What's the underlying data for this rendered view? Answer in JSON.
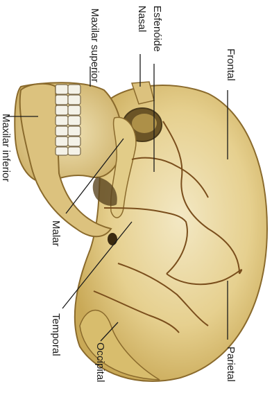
{
  "labels": {
    "maxilar_superior": "Maxilar superior",
    "esfenoide": "Esfenóide",
    "nasal": "Nasal",
    "frontal": "Frontal",
    "maxilar_inferior": "Maxilar inferior",
    "malar": "Malar",
    "temporal": "Temporal",
    "occipital": "Occipital",
    "parietal": "Parietal"
  },
  "colors": {
    "bone_light": "#efe2b6",
    "bone_mid": "#d9c27a",
    "bone_dark": "#b8963e",
    "suture": "#7a4e1c",
    "shadow": "#5a4a2a",
    "tooth": "#f4f2e8"
  }
}
